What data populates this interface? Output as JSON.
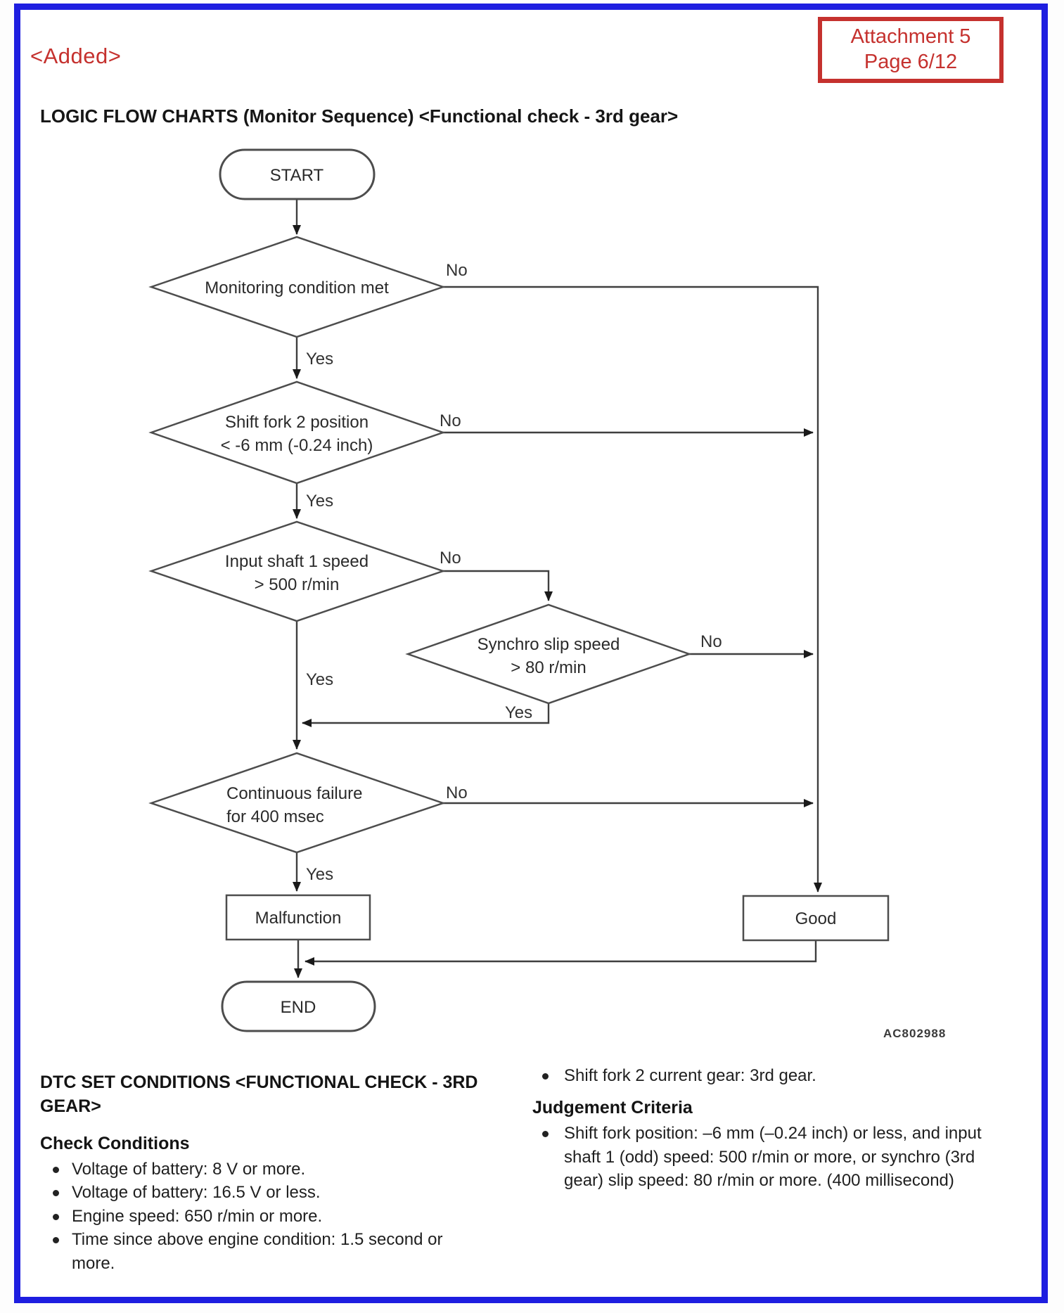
{
  "colors": {
    "frame_blue": "#1e1ee0",
    "accent_red": "#c5312e",
    "line_gray": "#3f3f3f"
  },
  "header": {
    "added_label": "<Added>",
    "attachment_line1": "Attachment 5",
    "attachment_line2": "Page 6/12",
    "title": "LOGIC FLOW CHARTS (Monitor Sequence) <Functional check - 3rd gear>"
  },
  "flowchart": {
    "start_label": "START",
    "end_label": "END",
    "yes_label": "Yes",
    "no_label": "No",
    "decisions": {
      "monitoring": "Monitoring condition met",
      "shift_fork_line1": "Shift fork 2 position",
      "shift_fork_line2": "< -6 mm (-0.24 inch)",
      "input_shaft_line1": "Input shaft 1 speed",
      "input_shaft_line2": "> 500 r/min",
      "synchro_line1": "Synchro slip speed",
      "synchro_line2": "> 80 r/min",
      "continuous_line1": "Continuous failure",
      "continuous_line2": "for 400 msec"
    },
    "malfunction_label": "Malfunction",
    "good_label": "Good",
    "figure_code": "AC802988"
  },
  "details": {
    "dtc_heading": "DTC SET CONDITIONS <FUNCTIONAL CHECK - 3RD GEAR>",
    "check_heading": "Check Conditions",
    "check_items": [
      "Voltage of battery: 8 V or more.",
      "Voltage of battery: 16.5 V or less.",
      "Engine speed: 650 r/min or more.",
      "Time since above engine condition: 1.5 second or more."
    ],
    "shift_fork_item": "Shift fork 2 current gear: 3rd gear.",
    "judgement_heading": "Judgement Criteria",
    "judgement_items": [
      "Shift fork position: –6 mm (–0.24 inch) or less, and input shaft 1 (odd) speed: 500 r/min or more, or synchro (3rd gear) slip speed: 80 r/min or more. (400 millisecond)"
    ]
  }
}
